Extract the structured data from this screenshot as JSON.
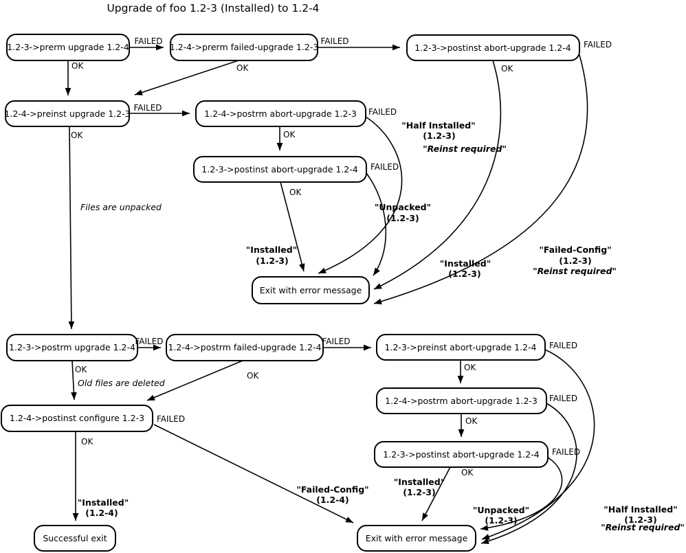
{
  "title": "Upgrade of foo 1.2-3 (Installed) to 1.2-4",
  "nodes": {
    "prerm_upgrade": "1.2-3->prerm upgrade 1.2-4",
    "prerm_failed_upgrade": "1.2-4->prerm failed-upgrade 1.2-3",
    "postinst_abort_1": "1.2-3->postinst abort-upgrade 1.2-4",
    "preinst_upgrade": "1.2-4->preinst upgrade 1.2-3",
    "postrm_abort_1": "1.2-4->postrm abort-upgrade 1.2-3",
    "postinst_abort_2": "1.2-3->postinst abort-upgrade 1.2-4",
    "exit_error_1": "Exit with error message",
    "postrm_upgrade": "1.2-3->postrm upgrade 1.2-4",
    "postrm_failed_upgrade": "1.2-4->postrm failed-upgrade 1.2-4",
    "preinst_abort": "1.2-3->preinst abort-upgrade 1.2-4",
    "postrm_abort_2": "1.2-4->postrm abort-upgrade 1.2-3",
    "postinst_abort_3": "1.2-3->postinst abort-upgrade 1.2-4",
    "postinst_configure": "1.2-4->postinst configure 1.2-3",
    "successful_exit": "Successful exit",
    "exit_error_2": "Exit with error message"
  },
  "labels": {
    "ok": "OK",
    "failed": "FAILED"
  },
  "notes": {
    "files_unpacked": "Files are unpacked",
    "old_files_deleted": "Old files are deleted"
  },
  "states": {
    "half_installed_top": {
      "line1": "\"Half Installed\"",
      "line2": "(1.2-3)",
      "line3": "\"Reinst required\""
    },
    "unpacked_mid": {
      "line1": "\"Unpacked\"",
      "line2": "(1.2-3)"
    },
    "installed_mid_left": {
      "line1": "\"Installed\"",
      "line2": "(1.2-3)"
    },
    "installed_mid_right": {
      "line1": "\"Installed\"",
      "line2": "(1.2-3)"
    },
    "failed_config_mid": {
      "line1": "\"Failed-Config\"",
      "line2": "(1.2-3)",
      "line3": "\"Reinst required\""
    },
    "installed_bottom_left": {
      "line1": "\"Installed\"",
      "line2": "(1.2-4)"
    },
    "failed_config_bottom": {
      "line1": "\"Failed-Config\"",
      "line2": "(1.2-4)"
    },
    "installed_bottom_mid": {
      "line1": "\"Installed\"",
      "line2": "(1.2-3)"
    },
    "unpacked_bottom": {
      "line1": "\"Unpacked\"",
      "line2": "(1.2-3)"
    },
    "half_installed_bottom": {
      "line1": "\"Half Installed\"",
      "line2": "(1.2-3)",
      "line3": "\"Reinst required\""
    }
  }
}
